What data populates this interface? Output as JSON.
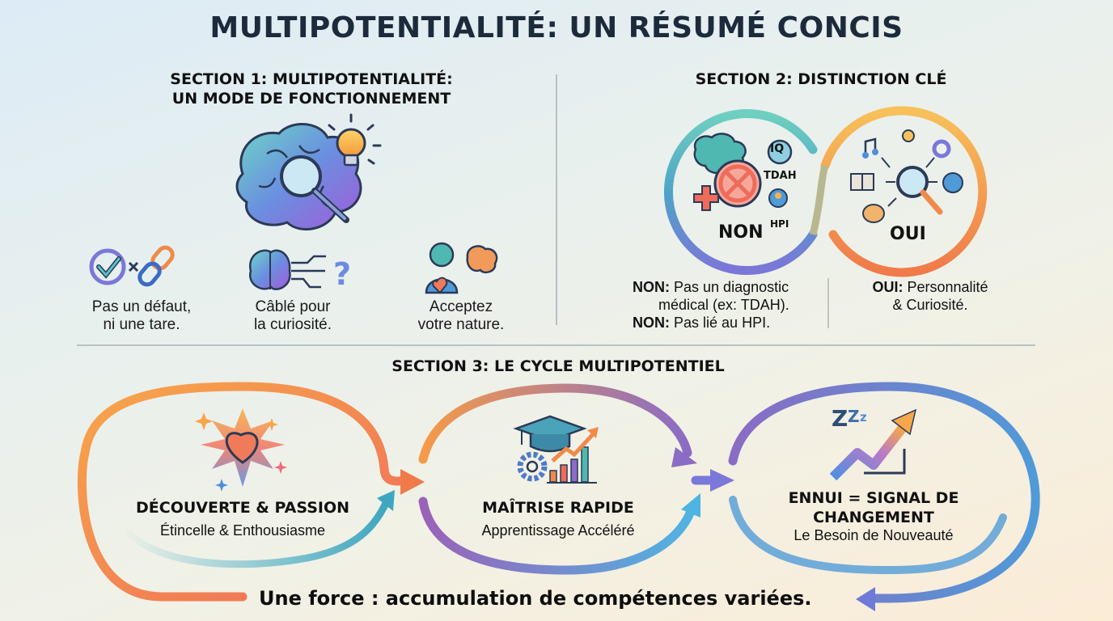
{
  "title": "MULTIPOTENTIALITÉ: UN RÉSUMÉ CONCIS",
  "section1": {
    "title_line1": "SECTION 1: MULTIPOTENTIALITÉ:",
    "title_line2": "UN MODE DE FONCTIONNEMENT",
    "hero_icon": "brain-magnifier-lightbulb-icon",
    "features": [
      {
        "icon": "check-broken-chain-icon",
        "line1": "Pas un défaut,",
        "line2": "ni une tare."
      },
      {
        "icon": "brain-wires-question-icon",
        "line1": "Câblé pour",
        "line2": "la curiosité."
      },
      {
        "icon": "person-heart-brain-icon",
        "line1": "Acceptez",
        "line2": "votre nature."
      }
    ]
  },
  "section2": {
    "title": "SECTION 2: DISTINCTION CLÉ",
    "non_circle": {
      "label": "NON",
      "tags": [
        "IQ",
        "TDAH",
        "HPI"
      ]
    },
    "oui_circle": {
      "label": "OUI"
    },
    "non_lines": [
      {
        "prefix": "NON:",
        "text": "Pas un diagnostic",
        "cont": "médical (ex: TDAH)."
      },
      {
        "prefix": "NON:",
        "text": "Pas lié au HPI."
      }
    ],
    "oui_line": {
      "prefix": "OUI:",
      "text": "Personnalité",
      "cont": "& Curiosité."
    }
  },
  "section3": {
    "title": "SECTION 3: LE CYCLE MULTIPOTENTIEL",
    "stages": [
      {
        "icon": "sparkle-heart-icon",
        "title": "DÉCOUVERTE & PASSION",
        "subtitle": "Étincelle & Enthousiasme"
      },
      {
        "icon": "graduation-cap-chart-icon",
        "title": "MAÎTRISE RAPIDE",
        "subtitle": "Apprentissage Accéléré"
      },
      {
        "icon": "zzz-rising-arrow-icon",
        "title_line1": "ENNUI = SIGNAL DE",
        "title_line2": "CHANGEMENT",
        "subtitle": "Le Besoin de Nouveauté"
      }
    ],
    "footer": "Une force : accumulation de compétences variées."
  },
  "colors": {
    "title": "#1c2a3c",
    "orange": "#f39a4a",
    "coral": "#ef6f5a",
    "purple": "#8a6cc4",
    "blue": "#4f9ad8",
    "teal": "#4fb8b8"
  }
}
